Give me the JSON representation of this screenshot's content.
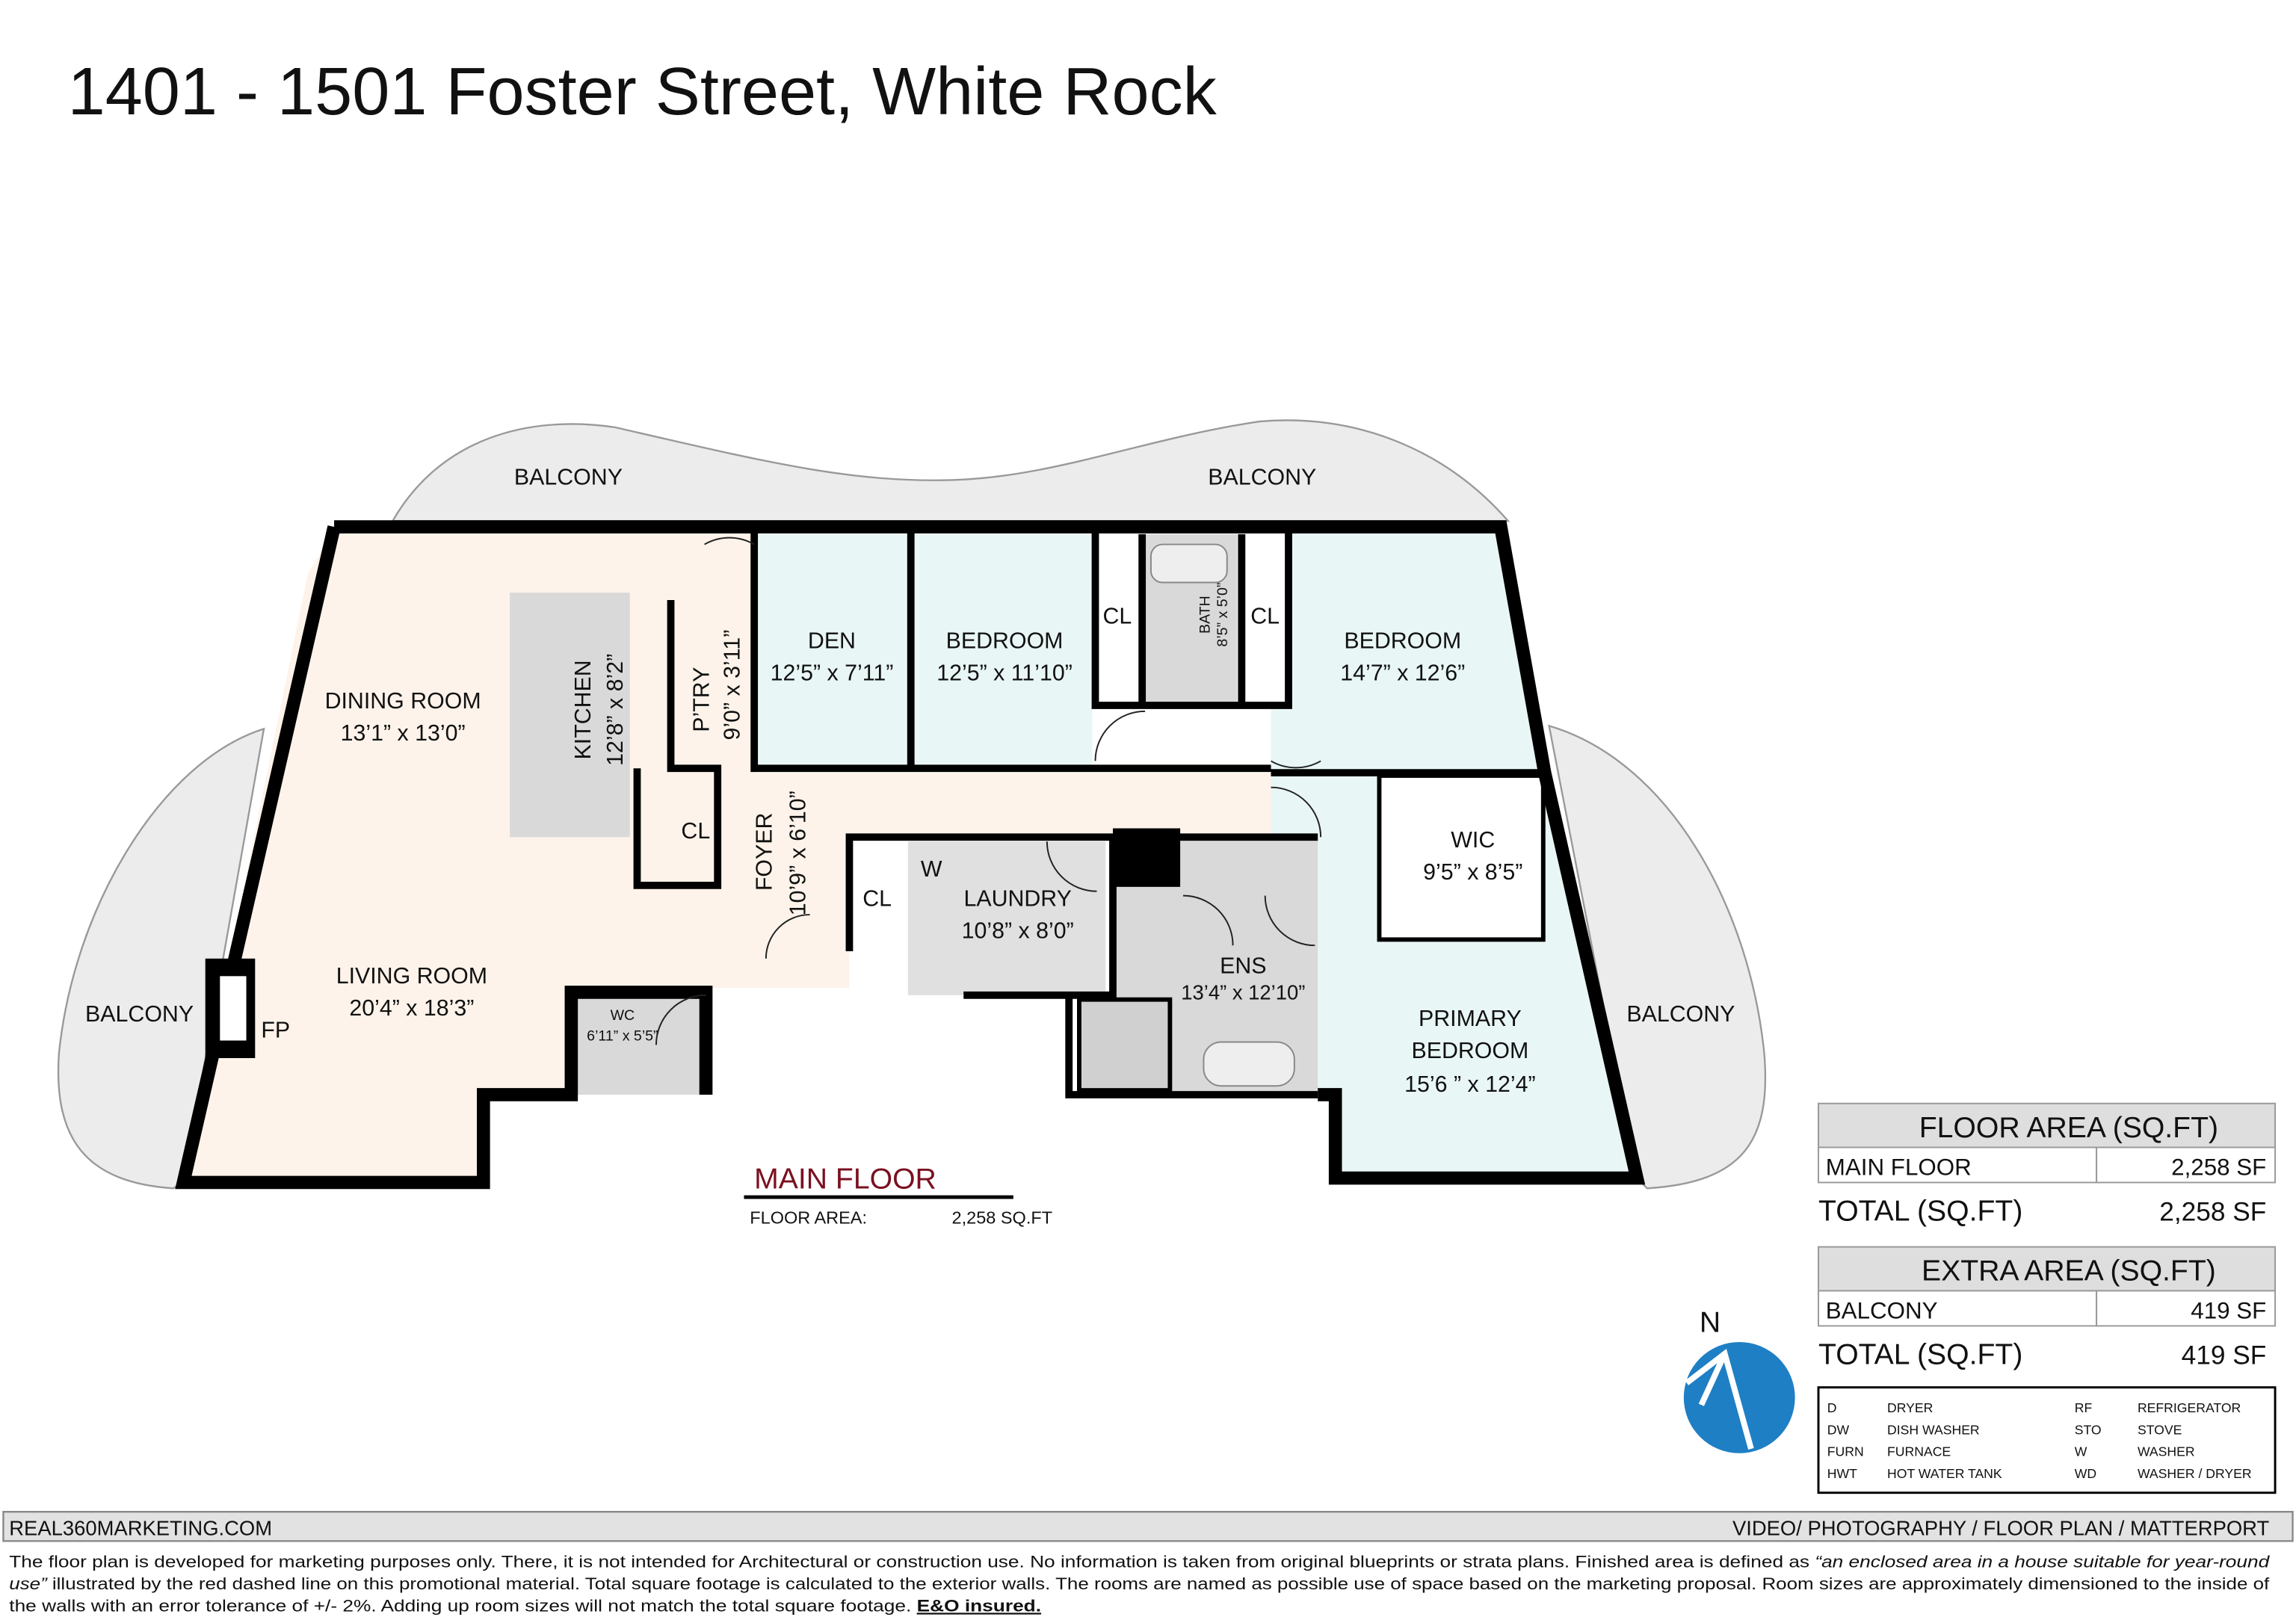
{
  "title": "1401 - 1501 Foster Street, White Rock",
  "rooms": {
    "balcony_top_left": "BALCONY",
    "balcony_top_right": "BALCONY",
    "balcony_left": "BALCONY",
    "balcony_right": "BALCONY",
    "dining": {
      "name": "DINING ROOM",
      "dims": "13’1” x 13’0”"
    },
    "kitchen": {
      "name": "KITCHEN",
      "dims": "12’8” x 8’2”"
    },
    "pantry": {
      "name": "P’TRY",
      "dims": "9’0” x 3’11”"
    },
    "den": {
      "name": "DEN",
      "dims": "12’5” x 7’11”"
    },
    "bedroom2": {
      "name": "BEDROOM",
      "dims": "12’5” x 11’10”"
    },
    "bath": {
      "name": "BATH",
      "dims": "8’5” x 5’0”"
    },
    "closet_a": "CL",
    "closet_b": "CL",
    "closet_c": "CL",
    "closet_d": "CL",
    "bedroom3": {
      "name": "BEDROOM",
      "dims": "14’7” x 12’6”"
    },
    "foyer": {
      "name": "FOYER",
      "dims": "10’9” x 6’10”"
    },
    "washer": "W",
    "laundry": {
      "name": "LAUNDRY",
      "dims": "10’8” x 8’0”"
    },
    "wic": {
      "name": "WIC",
      "dims": "9’5” x 8’5”"
    },
    "living": {
      "name": "LIVING ROOM",
      "dims": "20’4” x 18’3”"
    },
    "fireplace": "FP",
    "wc": {
      "name": "WC",
      "dims": "6’11” x 5’5”"
    },
    "ensuite": {
      "name": "ENS",
      "dims": "13’4” x 12’10”"
    },
    "primary": {
      "name1": "PRIMARY",
      "name2": "BEDROOM",
      "dims": "15’6 ” x 12’4”"
    }
  },
  "floor_label": {
    "name": "MAIN FLOOR",
    "area_label": "FLOOR AREA:",
    "area_value": "2,258 SQ.FT",
    "color": "#7a1020"
  },
  "floor_area_table": {
    "header": "FLOOR AREA (SQ.FT)",
    "rows": [
      {
        "label": "MAIN FLOOR",
        "value": "2,258 SF"
      }
    ],
    "total_label": "TOTAL (SQ.FT)",
    "total_value": "2,258 SF"
  },
  "extra_area_table": {
    "header": "EXTRA AREA (SQ.FT)",
    "rows": [
      {
        "label": "BALCONY",
        "value": "419 SF"
      }
    ],
    "total_label": "TOTAL (SQ.FT)",
    "total_value": "419 SF"
  },
  "compass": {
    "label": "N",
    "color": "#1f7fc4"
  },
  "legend": [
    {
      "code": "D",
      "meaning": "DRYER"
    },
    {
      "code": "DW",
      "meaning": "DISH WASHER"
    },
    {
      "code": "FURN",
      "meaning": "FURNACE"
    },
    {
      "code": "HWT",
      "meaning": "HOT WATER TANK"
    },
    {
      "code": "RF",
      "meaning": "REFRIGERATOR"
    },
    {
      "code": "STO",
      "meaning": "STOVE"
    },
    {
      "code": "W",
      "meaning": "WASHER"
    },
    {
      "code": "WD",
      "meaning": "WASHER / DRYER"
    }
  ],
  "footer": {
    "website": "REAL360MARKETING.COM",
    "services": "VIDEO/ PHOTOGRAPHY / FLOOR PLAN / MATTERPORT",
    "line1_normal": "The floor plan is developed for marketing purposes only. There, it is not intended for Architectural or construction use. No information is  taken from original blueprints or strata plans. Finished area is defined as  ",
    "line1_italic": "“an enclosed area in a house suitable for year-round",
    "line2_italic": "use”",
    "line2_normal": " illustrated by the red dashed line on this promotional material. Total square footage is calculated to the exterior walls. The rooms are named as possible use of space based on the marketing proposal. Room sizes are approximately dimensioned to the inside of",
    "line3_normal": "the walls with an error tolerance of +/- 2%. Adding up room sizes will not match the total square footage. ",
    "line3_bold": "E&O insured."
  },
  "colors": {
    "living_fill": "#fdf3ea",
    "bedroom_fill": "#e9f6f6",
    "wet_fill": "#d9d9d9",
    "balcony_fill": "#ececec"
  }
}
